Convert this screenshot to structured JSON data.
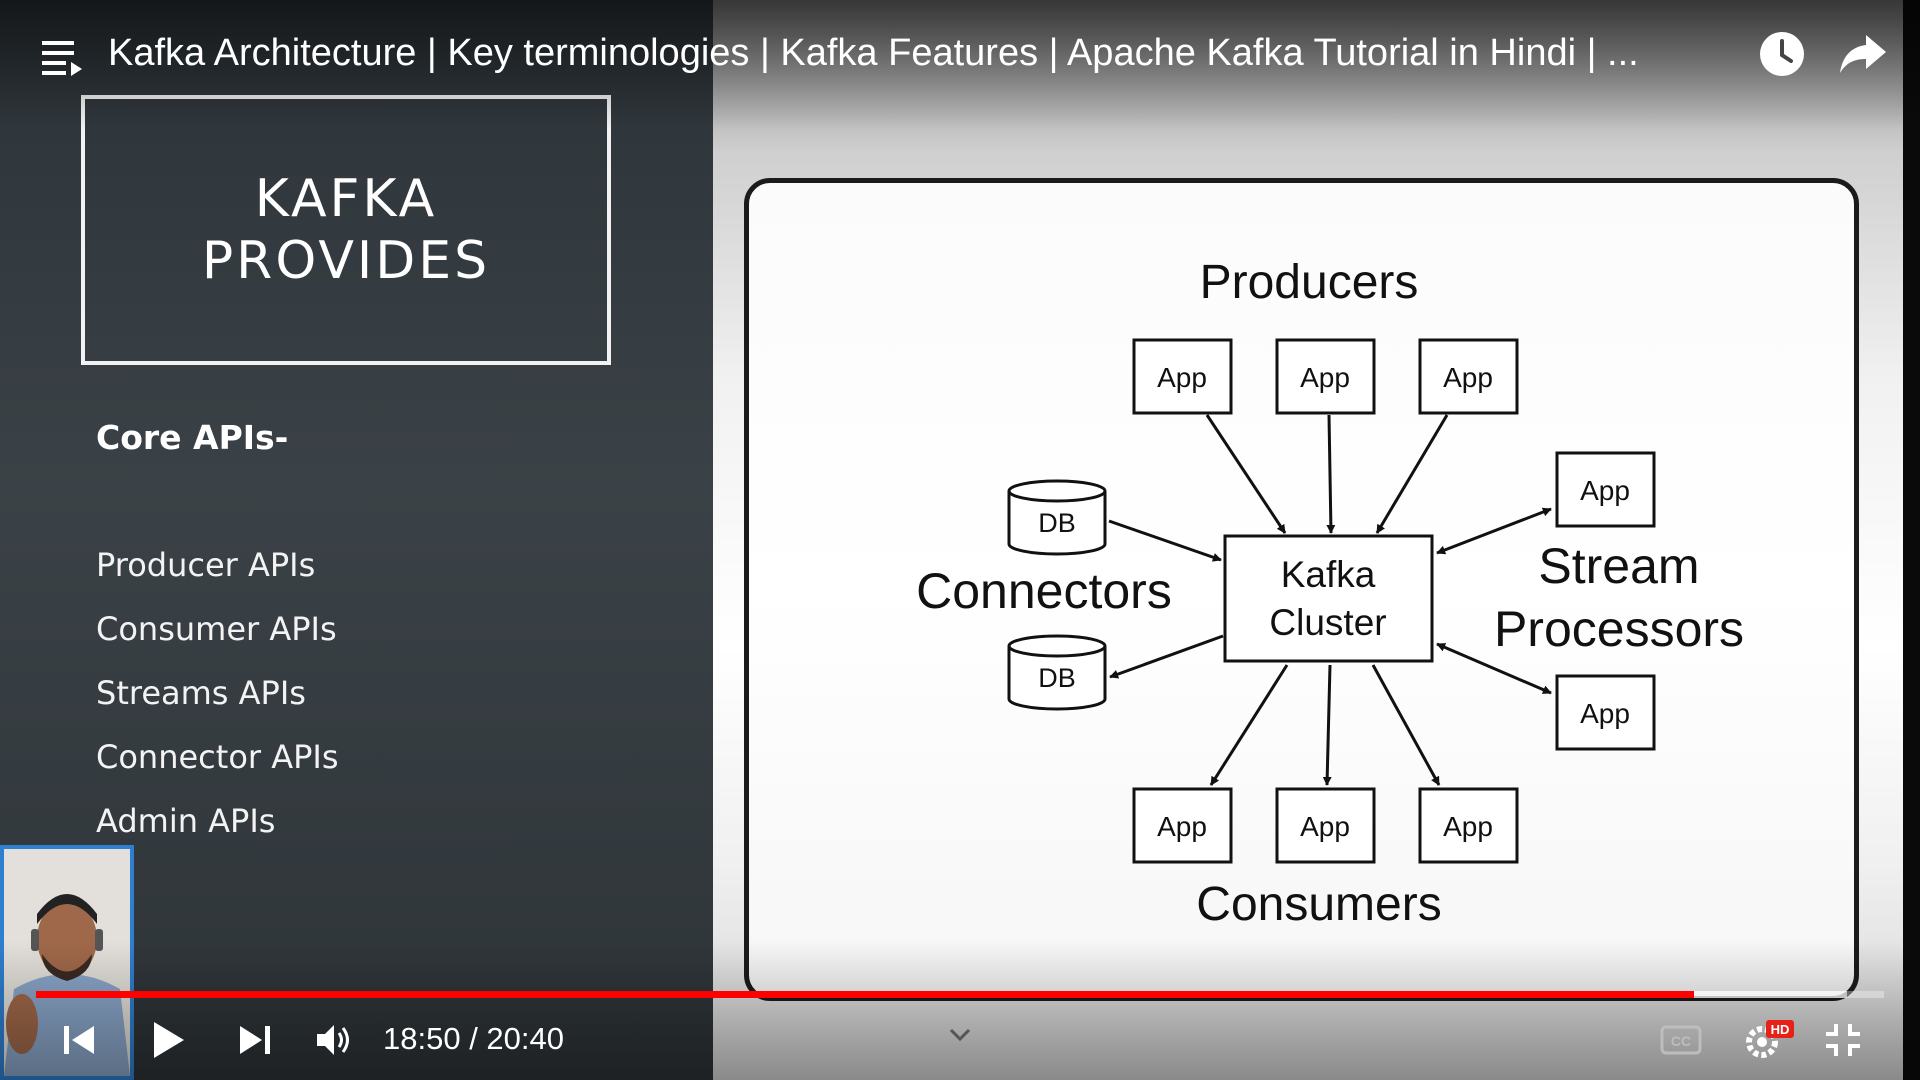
{
  "player": {
    "title": "Kafka Architecture | Key terminologies | Kafka Features | Apache Kafka Tutorial in Hindi | ...",
    "time_current": "18:50",
    "time_total": "20:40",
    "time_display": "18:50 / 20:40",
    "progress_played": 0.897,
    "progress_loaded": 0.98,
    "accent_color": "#ff0000",
    "hd_badge": "HD",
    "cc_label": "CC",
    "icons": [
      "playlist-icon",
      "watch-later-icon",
      "share-icon",
      "previous-icon",
      "play-icon",
      "next-icon",
      "volume-icon",
      "chevron-down-icon",
      "captions-icon",
      "settings-icon",
      "exit-fullscreen-icon"
    ]
  },
  "slide": {
    "heading_line1": "KAFKA",
    "heading_line2": "PROVIDES",
    "subheading": "Core APIs-",
    "apis": [
      "Producer APIs",
      "Consumer APIs",
      "Streams APIs",
      "Connector APIs",
      "Admin APIs"
    ]
  },
  "diagram": {
    "producers_label": "Producers",
    "consumers_label": "Consumers",
    "connectors_label": "Connectors",
    "stream_line1": "Stream",
    "stream_line2": "Processors",
    "cluster_line1": "Kafka",
    "cluster_line2": "Cluster",
    "app_label": "App",
    "db_label": "DB"
  }
}
